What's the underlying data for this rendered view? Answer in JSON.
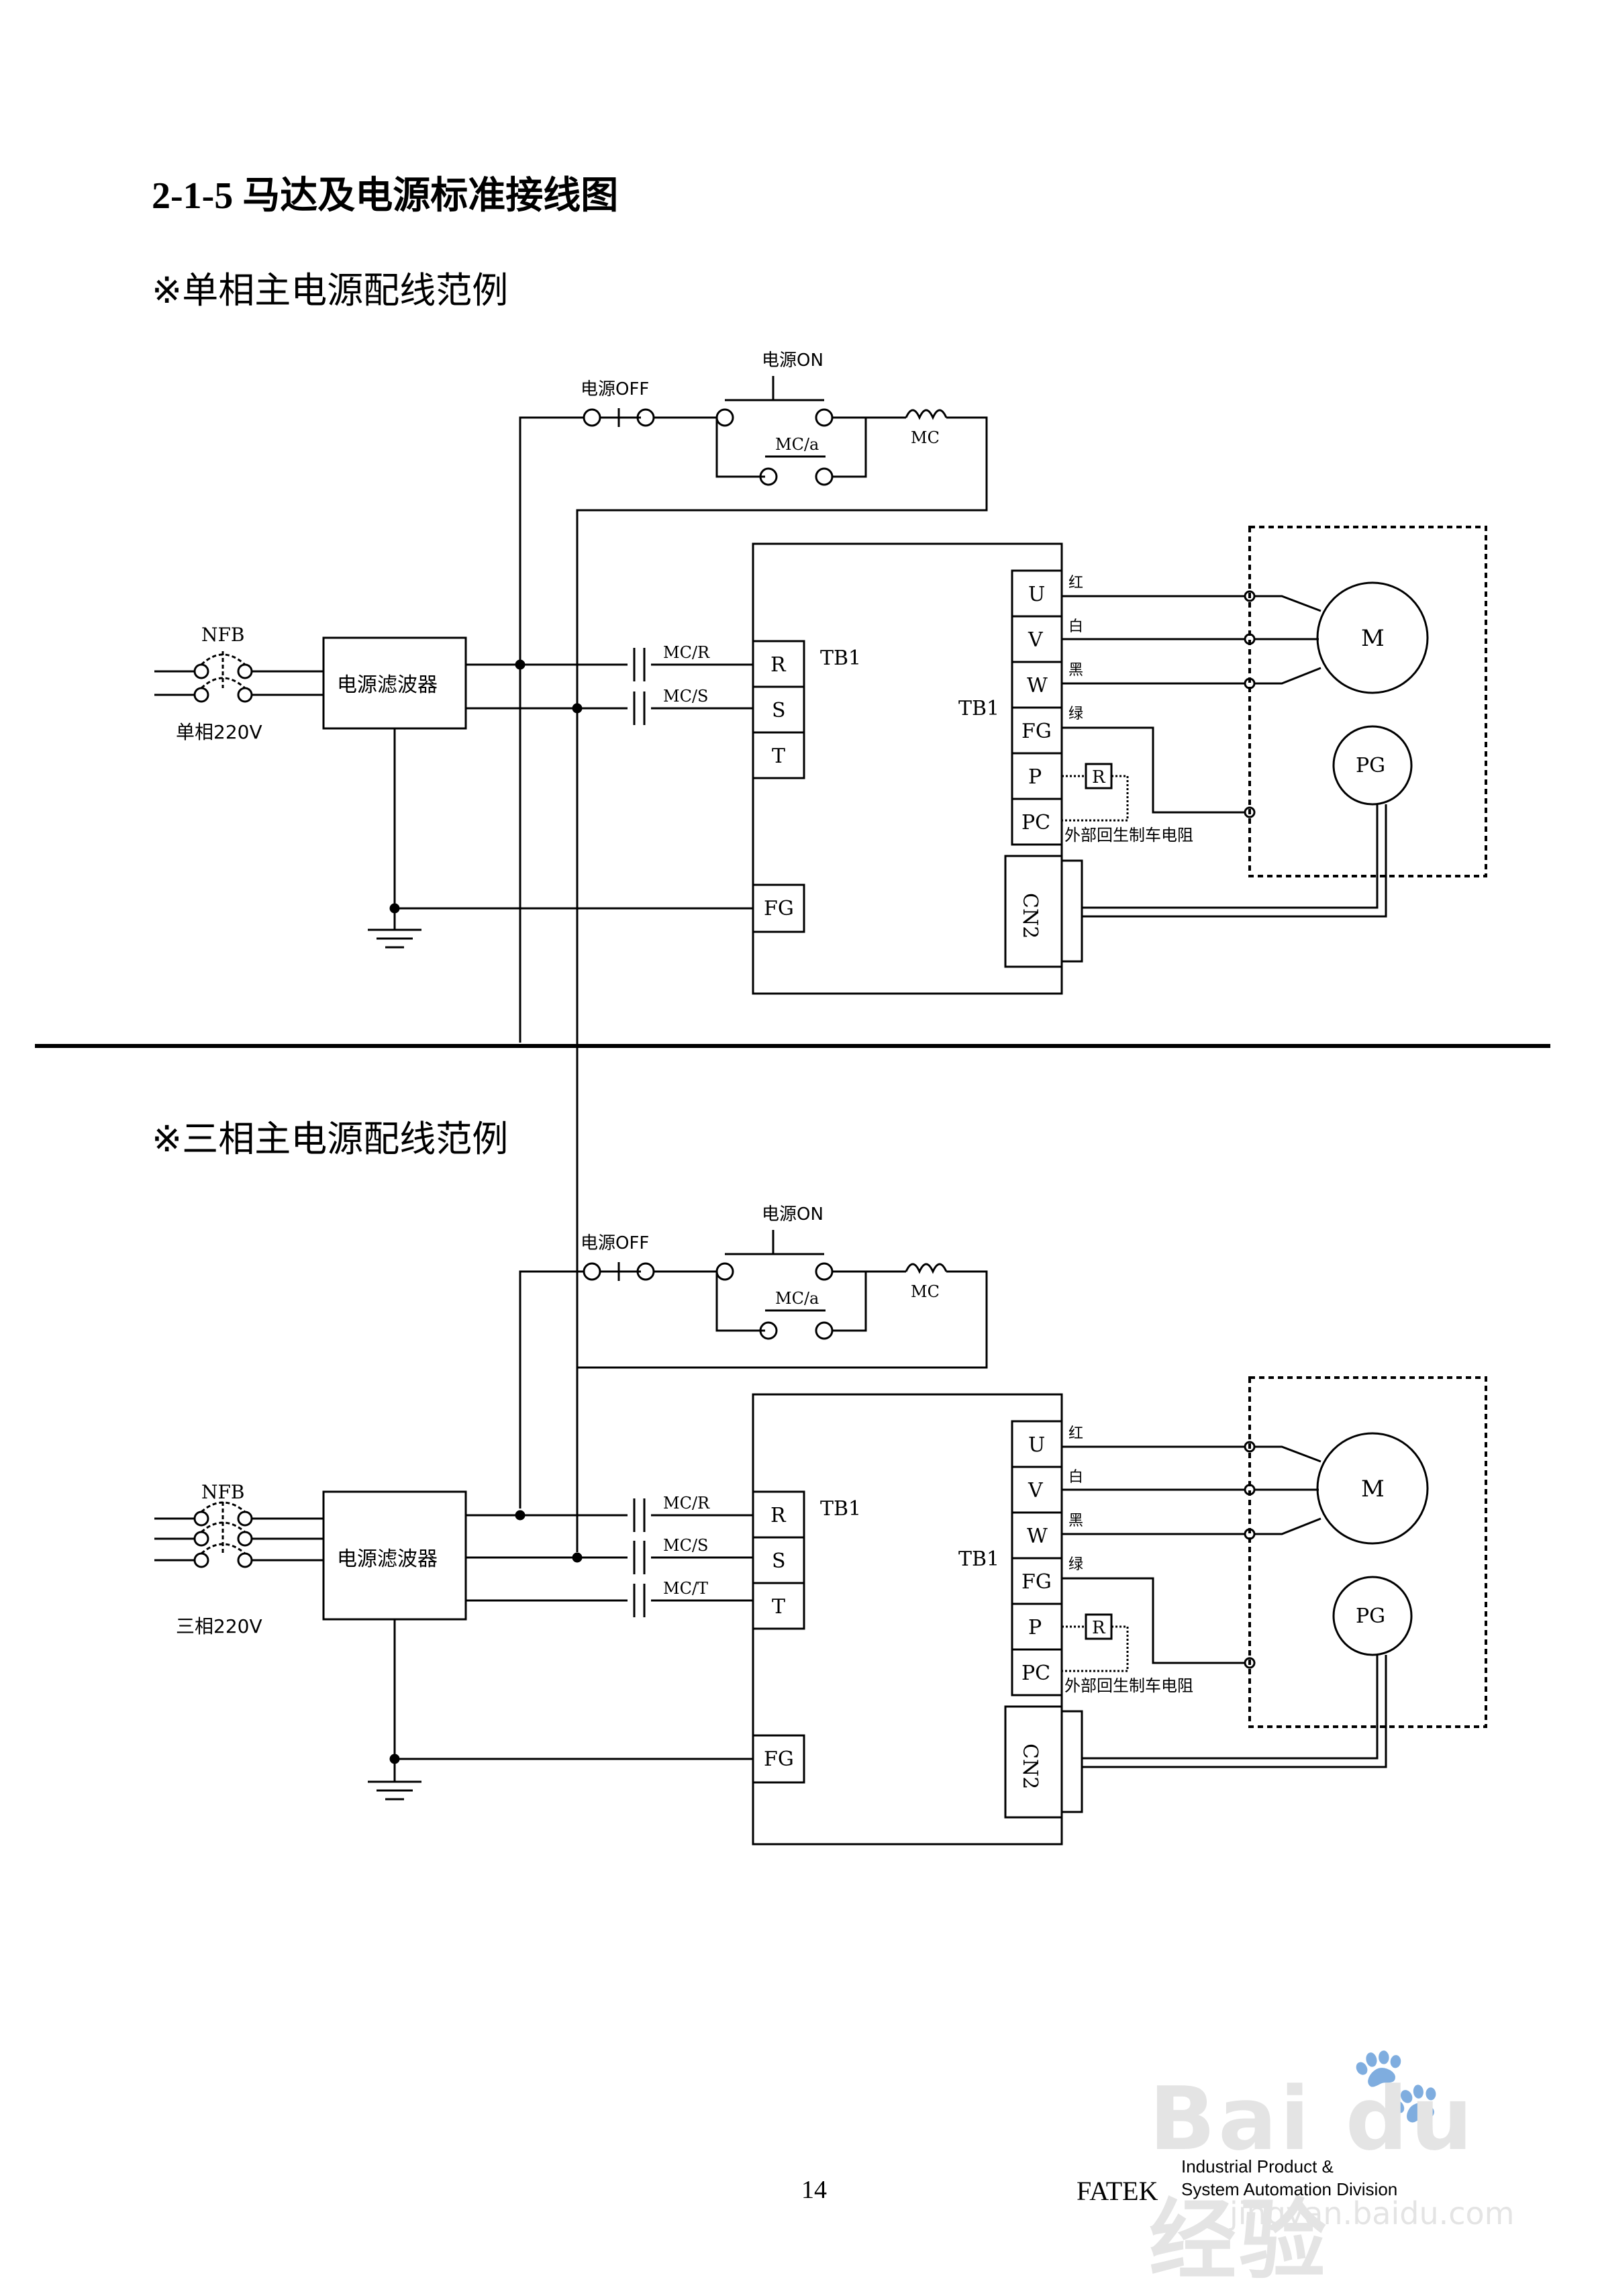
{
  "heading": "2-1-5  马达及电源标准接线图",
  "sections": [
    {
      "title": "※单相主电源配线范例",
      "power_off": "电源OFF",
      "power_on": "电源ON",
      "mc_a": "MC/a",
      "mc": "MC",
      "nfb": "NFB",
      "filter": "电源滤波器",
      "supply": "单相220V",
      "contacts": [
        "MC/R",
        "MC/S"
      ],
      "input_terminals": [
        "R",
        "S",
        "T"
      ],
      "fg": "FG",
      "tb1_input": "TB1",
      "tb1_output": "TB1",
      "output_terminals": [
        "U",
        "V",
        "W",
        "FG",
        "P",
        "PC"
      ],
      "wire_colors": [
        "红",
        "白",
        "黑",
        "绿"
      ],
      "resistor": "R",
      "brake_resistor": "外部回生制车电阻",
      "motor": "M",
      "encoder": "PG",
      "connector": "CN2"
    },
    {
      "title": "※三相主电源配线范例",
      "power_off": "电源OFF",
      "power_on": "电源ON",
      "mc_a": "MC/a",
      "mc": "MC",
      "nfb": "NFB",
      "filter": "电源滤波器",
      "supply": "三相220V",
      "contacts": [
        "MC/R",
        "MC/S",
        "MC/T"
      ],
      "input_terminals": [
        "R",
        "S",
        "T"
      ],
      "fg": "FG",
      "tb1_input": "TB1",
      "tb1_output": "TB1",
      "output_terminals": [
        "U",
        "V",
        "W",
        "FG",
        "P",
        "PC"
      ],
      "wire_colors": [
        "红",
        "白",
        "黑",
        "绿"
      ],
      "resistor": "R",
      "brake_resistor": "外部回生制车电阻",
      "motor": "M",
      "encoder": "PG",
      "connector": "CN2"
    }
  ],
  "footer": {
    "page_number": "14",
    "brand": "FATEK",
    "division_line1": "Industrial Product &",
    "division_line2": "System Automation Division"
  },
  "watermark": {
    "text": "Bai du 经验",
    "sub": "jingyan.baidu.com"
  }
}
